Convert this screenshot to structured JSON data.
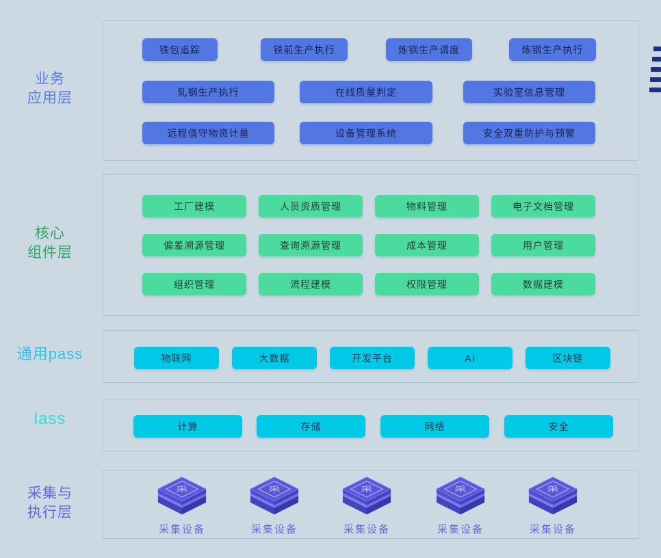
{
  "colors": {
    "background": "#cdd9e2",
    "box_border": "#a9c2d6",
    "blue_button": "#5377e2",
    "green_button": "#4cdb9e",
    "cyan_button": "#00c9e8",
    "business_label": "#5b7be0",
    "core_label": "#2aa866",
    "paas_label": "#2fc2e8",
    "iaas_label": "#38dcd0",
    "collection_label": "#6b68de"
  },
  "layers": {
    "business": {
      "label_lines": [
        "业务",
        "应用层"
      ],
      "rows": [
        [
          "铁包追踪",
          "铁前生产执行",
          "炼钢生产调度",
          "炼钢生产执行"
        ],
        [
          "轧钢生产执行",
          "在线质量判定",
          "实验室信息管理"
        ],
        [
          "远程值守物资计量",
          "设备管理系统",
          "安全双重防护与预警"
        ]
      ]
    },
    "core": {
      "label_lines": [
        "核心",
        "组件层"
      ],
      "rows": [
        [
          "工厂建模",
          "人员资质管理",
          "物料管理",
          "电子文档管理"
        ],
        [
          "偏差溯源管理",
          "查询溯源管理",
          "成本管理",
          "用户管理"
        ],
        [
          "组织管理",
          "流程建模",
          "权限管理",
          "数据建模"
        ]
      ]
    },
    "paas": {
      "label": "通用pass",
      "items": [
        "物联网",
        "大数据",
        "开发平台",
        "AI",
        "区块链"
      ]
    },
    "iaas": {
      "label": "lass",
      "items": [
        "计算",
        "存储",
        "网络",
        "安全"
      ]
    },
    "collection": {
      "label_lines": [
        "采集与",
        "执行层"
      ],
      "device_icon": "isometric-cube",
      "cube_glyph": "采",
      "devices": [
        "采集设备",
        "采集设备",
        "采集设备",
        "采集设备",
        "采集设备"
      ]
    }
  }
}
